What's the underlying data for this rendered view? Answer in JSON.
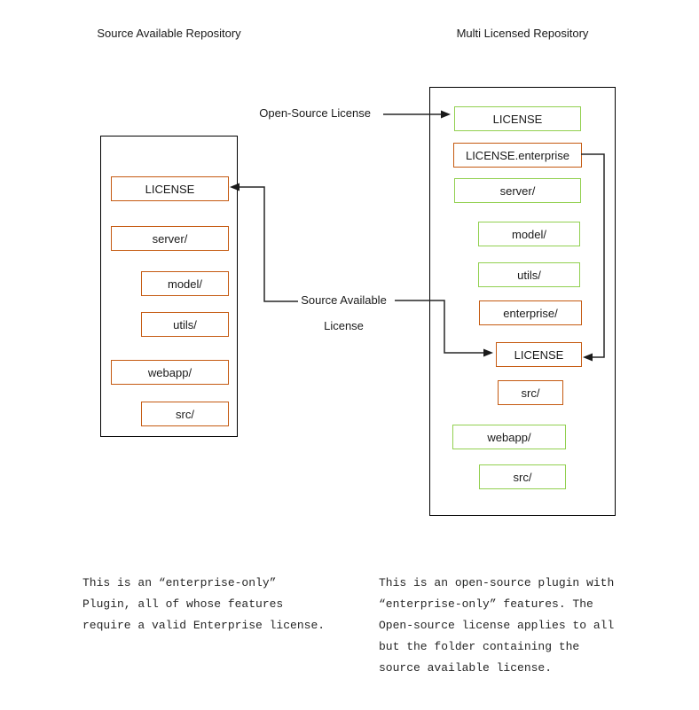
{
  "left_repo": {
    "title": "Source Available Repository",
    "items": [
      {
        "label": "LICENSE",
        "border": "orange",
        "indent": 0
      },
      {
        "label": "server/",
        "border": "orange",
        "indent": 0
      },
      {
        "label": "model/",
        "border": "orange",
        "indent": 1
      },
      {
        "label": "utils/",
        "border": "orange",
        "indent": 1
      },
      {
        "label": "webapp/",
        "border": "orange",
        "indent": 0
      },
      {
        "label": "src/",
        "border": "orange",
        "indent": 1
      }
    ]
  },
  "right_repo": {
    "title": "Multi Licensed Repository",
    "items": [
      {
        "label": "LICENSE",
        "border": "green",
        "indent": 0
      },
      {
        "label": "LICENSE.enterprise",
        "border": "orange",
        "indent": 0
      },
      {
        "label": "server/",
        "border": "green",
        "indent": 0
      },
      {
        "label": "model/",
        "border": "green",
        "indent": 1
      },
      {
        "label": "utils/",
        "border": "green",
        "indent": 1
      },
      {
        "label": "enterprise/",
        "border": "orange",
        "indent": 1
      },
      {
        "label": "LICENSE",
        "border": "orange",
        "indent": 2
      },
      {
        "label": "src/",
        "border": "orange",
        "indent": 2
      },
      {
        "label": "webapp/",
        "border": "green",
        "indent": 0
      },
      {
        "label": "src/",
        "border": "green",
        "indent": 1
      }
    ]
  },
  "connectors": {
    "open_source_label": "Open-Source License",
    "source_available_label_line1": "Source Available",
    "source_available_label_line2": "License"
  },
  "notes": {
    "left_lines": [
      "This is an “enterprise-only”",
      "Plugin, all of whose features",
      "require a valid Enterprise license."
    ],
    "right_lines": [
      "This is an open-source plugin with",
      "“enterprise-only” features. The",
      "Open-source license applies to all",
      "but the folder containing the",
      "source available license."
    ]
  },
  "colors": {
    "orange_border": "#C55A11",
    "green_border": "#92D050",
    "outer_border": "#000000",
    "connector": "#262626"
  }
}
